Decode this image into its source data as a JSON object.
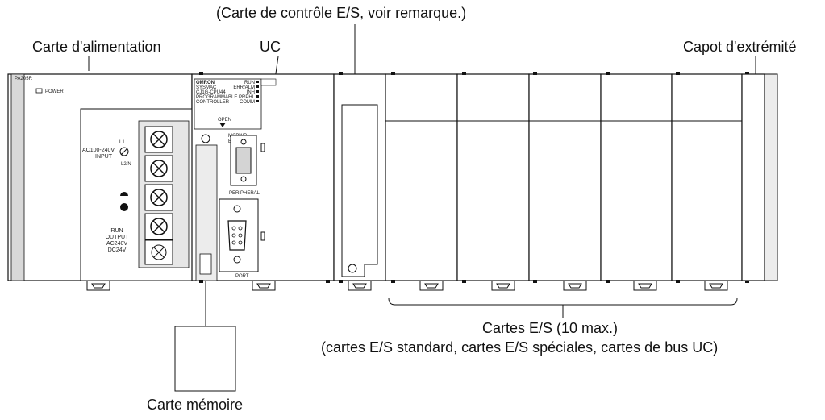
{
  "callouts": {
    "io_control": "(Carte de contrôle E/S, voir remarque.)",
    "power_supply": "Carte d'alimentation",
    "cpu": "UC",
    "end_cover": "Capot d'extrémité",
    "io_units_line1": "Cartes E/S (10 max.)",
    "io_units_line2": "(cartes E/S standard, cartes E/S spéciales, cartes de bus UC)",
    "memory_card": "Carte mémoire"
  },
  "power_unit": {
    "model": "PA205R",
    "power_led": "POWER",
    "input_label_1": "AC100-240V",
    "input_label_2": "INPUT",
    "l1": "L1",
    "l2n": "L2/N",
    "run_output": [
      "RUN",
      "OUTPUT",
      "AC240V",
      "DC24V"
    ]
  },
  "cpu_unit": {
    "brand": "OMRON",
    "series": "SYSMAC",
    "model": "CJ1G-CPU44",
    "type_1": "PROGRAMMABLE",
    "type_2": "CONTROLLER",
    "indicators": [
      "RUN",
      "ERR/ALM",
      "INH",
      "PRPHL",
      "COMM"
    ],
    "open_label": "OPEN",
    "mcpwr_label": "MCPWR",
    "busy_label": "BUSY",
    "peripheral_label": "PERIPHERAL",
    "port_label": "PORT"
  }
}
